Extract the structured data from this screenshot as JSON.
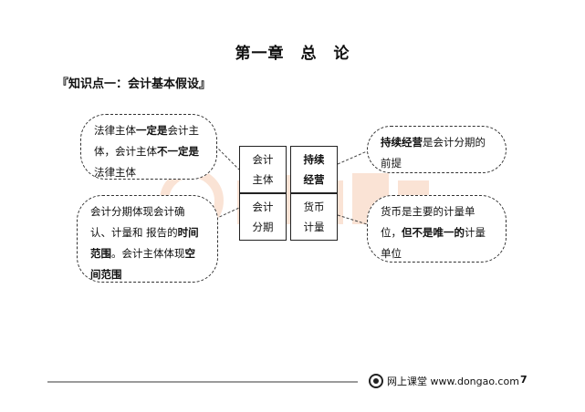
{
  "chapter": {
    "title": "第一章　总　论"
  },
  "section": {
    "heading": "『知识点一：会计基本假设』"
  },
  "callouts": {
    "top_left": [
      "法律主体",
      "一定是",
      "会计主体，会计主体",
      "不一定是",
      "法律主体"
    ],
    "bottom_left": [
      "会计分期体现会计确认、计量和 报告的",
      "时间范围",
      "。会计主体体现",
      "空间范围"
    ],
    "top_right": [
      "持续经营",
      "是会计分期的前提"
    ],
    "bottom_right": [
      "货币是主要的计量单位，",
      "但不",
      "是唯一的",
      "计量单位"
    ]
  },
  "grid": {
    "accounting_entity": [
      "会计",
      "主体"
    ],
    "going_concern": [
      "持续",
      "经营"
    ],
    "accounting_period": [
      "会计",
      "分期"
    ],
    "monetary_measurement": [
      "货币",
      "计量"
    ]
  },
  "footer": {
    "site": "网上课堂 www.dongao.com",
    "page": "7"
  },
  "colors": {
    "watermark": "#f3b18a",
    "footer_line": "#9a9a9a"
  },
  "icons": {
    "footer_logo": "dongao-logo-icon"
  }
}
